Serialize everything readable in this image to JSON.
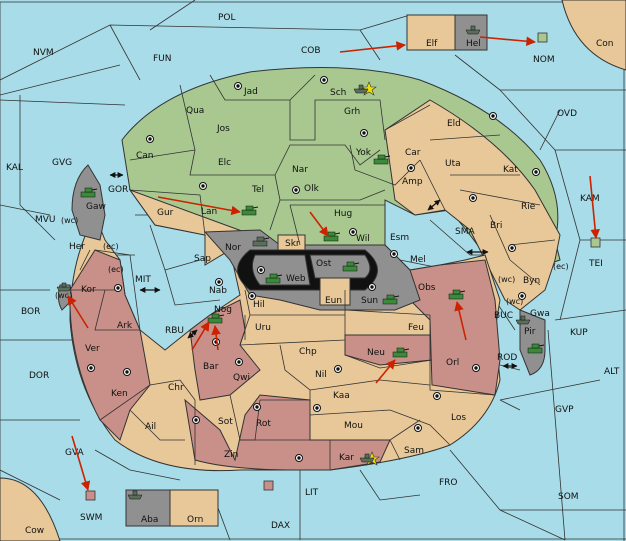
{
  "colors": {
    "sea": "#a8dce8",
    "green": "#a8c890",
    "tan": "#e8c898",
    "rose": "#c89088",
    "gray": "#909090",
    "black": "#111111",
    "border": "#333333",
    "arrow": "#cc2200",
    "unit_green": "#3a8a3a",
    "unit_gray": "#5a6f5a"
  },
  "sea_labels": {
    "pol": "POL",
    "nvm": "NVM",
    "fun": "FUN",
    "cob": "COB",
    "nom": "NOM",
    "con": "Con",
    "ovd": "OVD",
    "kal": "KAL",
    "gvg": "GVG",
    "gor": "GOR",
    "kam": "KAM",
    "tei": "TEI",
    "mvu": "MVU",
    "mit": "MIT",
    "sma": "SMA",
    "bor": "BOR",
    "rbu": "RBU",
    "buc": "BUC",
    "kup": "KUP",
    "rod": "ROD",
    "alt": "ALT",
    "dor": "DOR",
    "gvp": "GVP",
    "gva": "GVA",
    "fro": "FRO",
    "som": "SOM",
    "swm": "SWM",
    "lit": "LIT",
    "dax": "DAX",
    "cow": "Cow"
  },
  "outer_labels": {
    "elf": "Elf",
    "hel": "Hel",
    "aba": "Aba",
    "orn": "Orn"
  },
  "provinces": {
    "jad": "Jad",
    "sch": "Sch",
    "qua": "Qua",
    "jos": "Jos",
    "grh": "Grh",
    "eld": "Eld",
    "can": "Can",
    "elc": "Elc",
    "nar": "Nar",
    "yok": "Yok",
    "car": "Car",
    "uta": "Uta",
    "kat": "Kat",
    "gaw": "Gaw",
    "tel": "Tel",
    "olk": "Olk",
    "amp": "Amp",
    "gur": "Gur",
    "lan": "Lan",
    "hug": "Hug",
    "rie": "Rie",
    "her": "Her",
    "nor": "Nor",
    "wil": "Wil",
    "esm": "Esm",
    "bri": "Bri",
    "sap": "Sap",
    "skr": "Skr",
    "ost": "Ost",
    "web": "Web",
    "mel": "Mel",
    "kor": "Kor",
    "nab": "Nab",
    "byn": "Byn",
    "eun": "Eun",
    "obs": "Obs",
    "hil": "Hil",
    "sun": "Sun",
    "ark": "Ark",
    "nog": "Nog",
    "gwa": "Gwa",
    "uru": "Uru",
    "feu": "Feu",
    "pir": "Pir",
    "ver": "Ver",
    "chp": "Chp",
    "neu": "Neu",
    "bar": "Bar",
    "orl": "Orl",
    "qwi": "Qwi",
    "nil": "Nil",
    "ken": "Ken",
    "chr": "Chr",
    "kaa": "Kaa",
    "los": "Los",
    "ail": "Ail",
    "sot": "Sot",
    "rot": "Rot",
    "mou": "Mou",
    "sam": "Sam",
    "zin": "Zin",
    "kar": "Kar"
  },
  "coast_codes": {
    "gaw_wc": "(wc)",
    "her_ec": "(ec)",
    "kor_ec": "(ec)",
    "kor_wc": "(wc)",
    "byn_wc": "(wc)",
    "byn_ec": "(ec)",
    "gwa_wc": "(wc)"
  }
}
